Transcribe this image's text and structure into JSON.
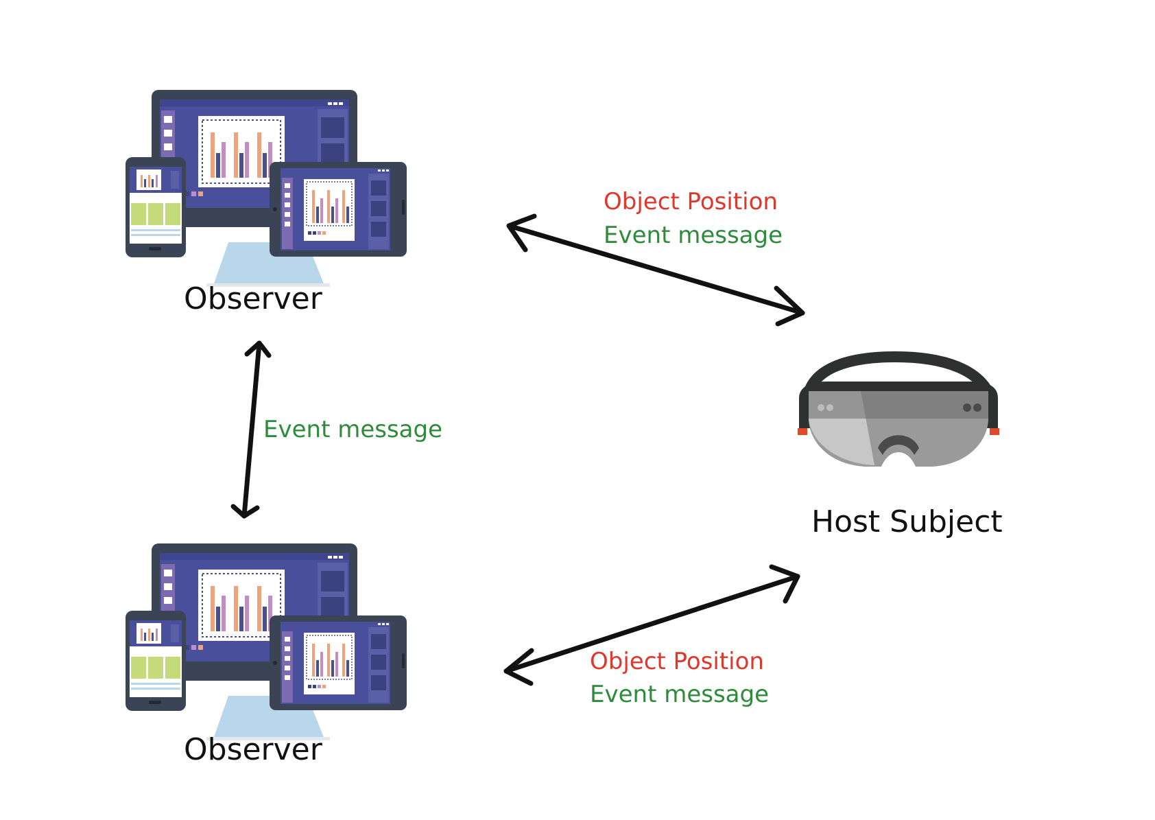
{
  "nodes": {
    "observer_top": {
      "label": "Observer"
    },
    "observer_bottom": {
      "label": "Observer"
    },
    "host": {
      "label": "Host Subject"
    }
  },
  "links": {
    "top_to_host": {
      "line1": "Object Position",
      "line2": "Event message"
    },
    "observer_to_observer": {
      "line1": "Event message"
    },
    "bottom_to_host": {
      "line1": "Object Position",
      "line2": "Event message"
    }
  },
  "colors": {
    "object_position": "#e0372b",
    "event_message": "#2e8b3a",
    "arrow": "#111111",
    "device_frame": "#3b4454",
    "device_screen": "#4a4f9c",
    "device_sidebar": "#7c6bb0",
    "bar_orange": "#f0a27a",
    "bar_purple": "#c48cc4",
    "bar_navy": "#4b4f8f",
    "phone_green": "#c5da78",
    "headset_band": "#2f3030",
    "headset_visor": "#9a9a9a",
    "headset_accent": "#e04a2a"
  },
  "icons": {
    "observer": "multi-device-icon",
    "host": "ar-headset-icon"
  }
}
